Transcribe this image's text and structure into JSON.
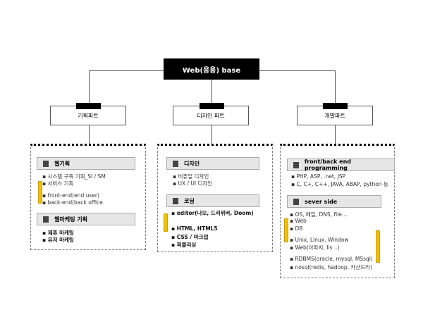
{
  "root": "Web(응용) base",
  "parts": [
    "기획파트",
    "디자인 파트",
    "개발파트"
  ],
  "planning": {
    "h1": "웹기획",
    "items1": [
      "시스템 구축 기획_SI / SM",
      "서비스 기획",
      "front-end(end user)",
      "back-end(back office"
    ],
    "h2": "웹마케팅 기획",
    "items2": [
      "제휴 마케팅",
      "유저 마케팅"
    ]
  },
  "design": {
    "h1": "디자인",
    "items1": [
      "비쥬얼 디자인",
      "UX / UI 디자인"
    ],
    "h2": "코딩",
    "items2": [
      "editor(나모, 드리위버, Doom)",
      "HTML, HTML5",
      "CSS / 마크업",
      "퍼블리싱"
    ]
  },
  "dev": {
    "h1": "front/back end programming",
    "items1": [
      "PHP, ASP, .net, JSP",
      "C, C+, C++, JAVA, ABAP, python 등"
    ],
    "h2": "sever side",
    "items2": [
      "OS, 메일, DNS, file....",
      "Web",
      "DB",
      "Unix, Linux, Window",
      "Web(아파치, Iis ..)",
      "RDBMS(oracle, mysql, MSsql)",
      "nosql(redis, hadoop, 카산드라)"
    ]
  }
}
